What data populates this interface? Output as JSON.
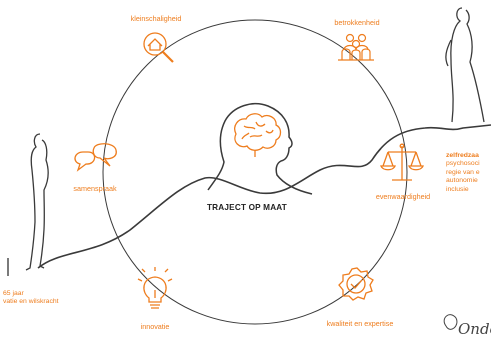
{
  "center_title": "TRAJECT OP MAAT",
  "principles": [
    {
      "label": "kleinschaligheid",
      "icon": "home-search-icon"
    },
    {
      "label": "betrokkenheid",
      "icon": "people-group-icon"
    },
    {
      "label": "samenspraak",
      "icon": "speech-bubbles-icon"
    },
    {
      "label": "evenwaardigheid",
      "icon": "balance-scale-icon"
    },
    {
      "label": "innovatie",
      "icon": "lightbulb-icon"
    },
    {
      "label": "kwaliteit en expertise",
      "icon": "quality-badge-icon"
    }
  ],
  "start": {
    "line1": "65 jaar",
    "line2": "vatie en wilskracht"
  },
  "end": {
    "title": "zelfredzaa",
    "lines": [
      "psychosoci",
      "regie van e",
      "autonomie",
      "inclusie"
    ]
  },
  "signature": "Onde",
  "colors": {
    "accent": "#ee7d1e",
    "line": "#3a3a3a",
    "text": "#222222"
  }
}
